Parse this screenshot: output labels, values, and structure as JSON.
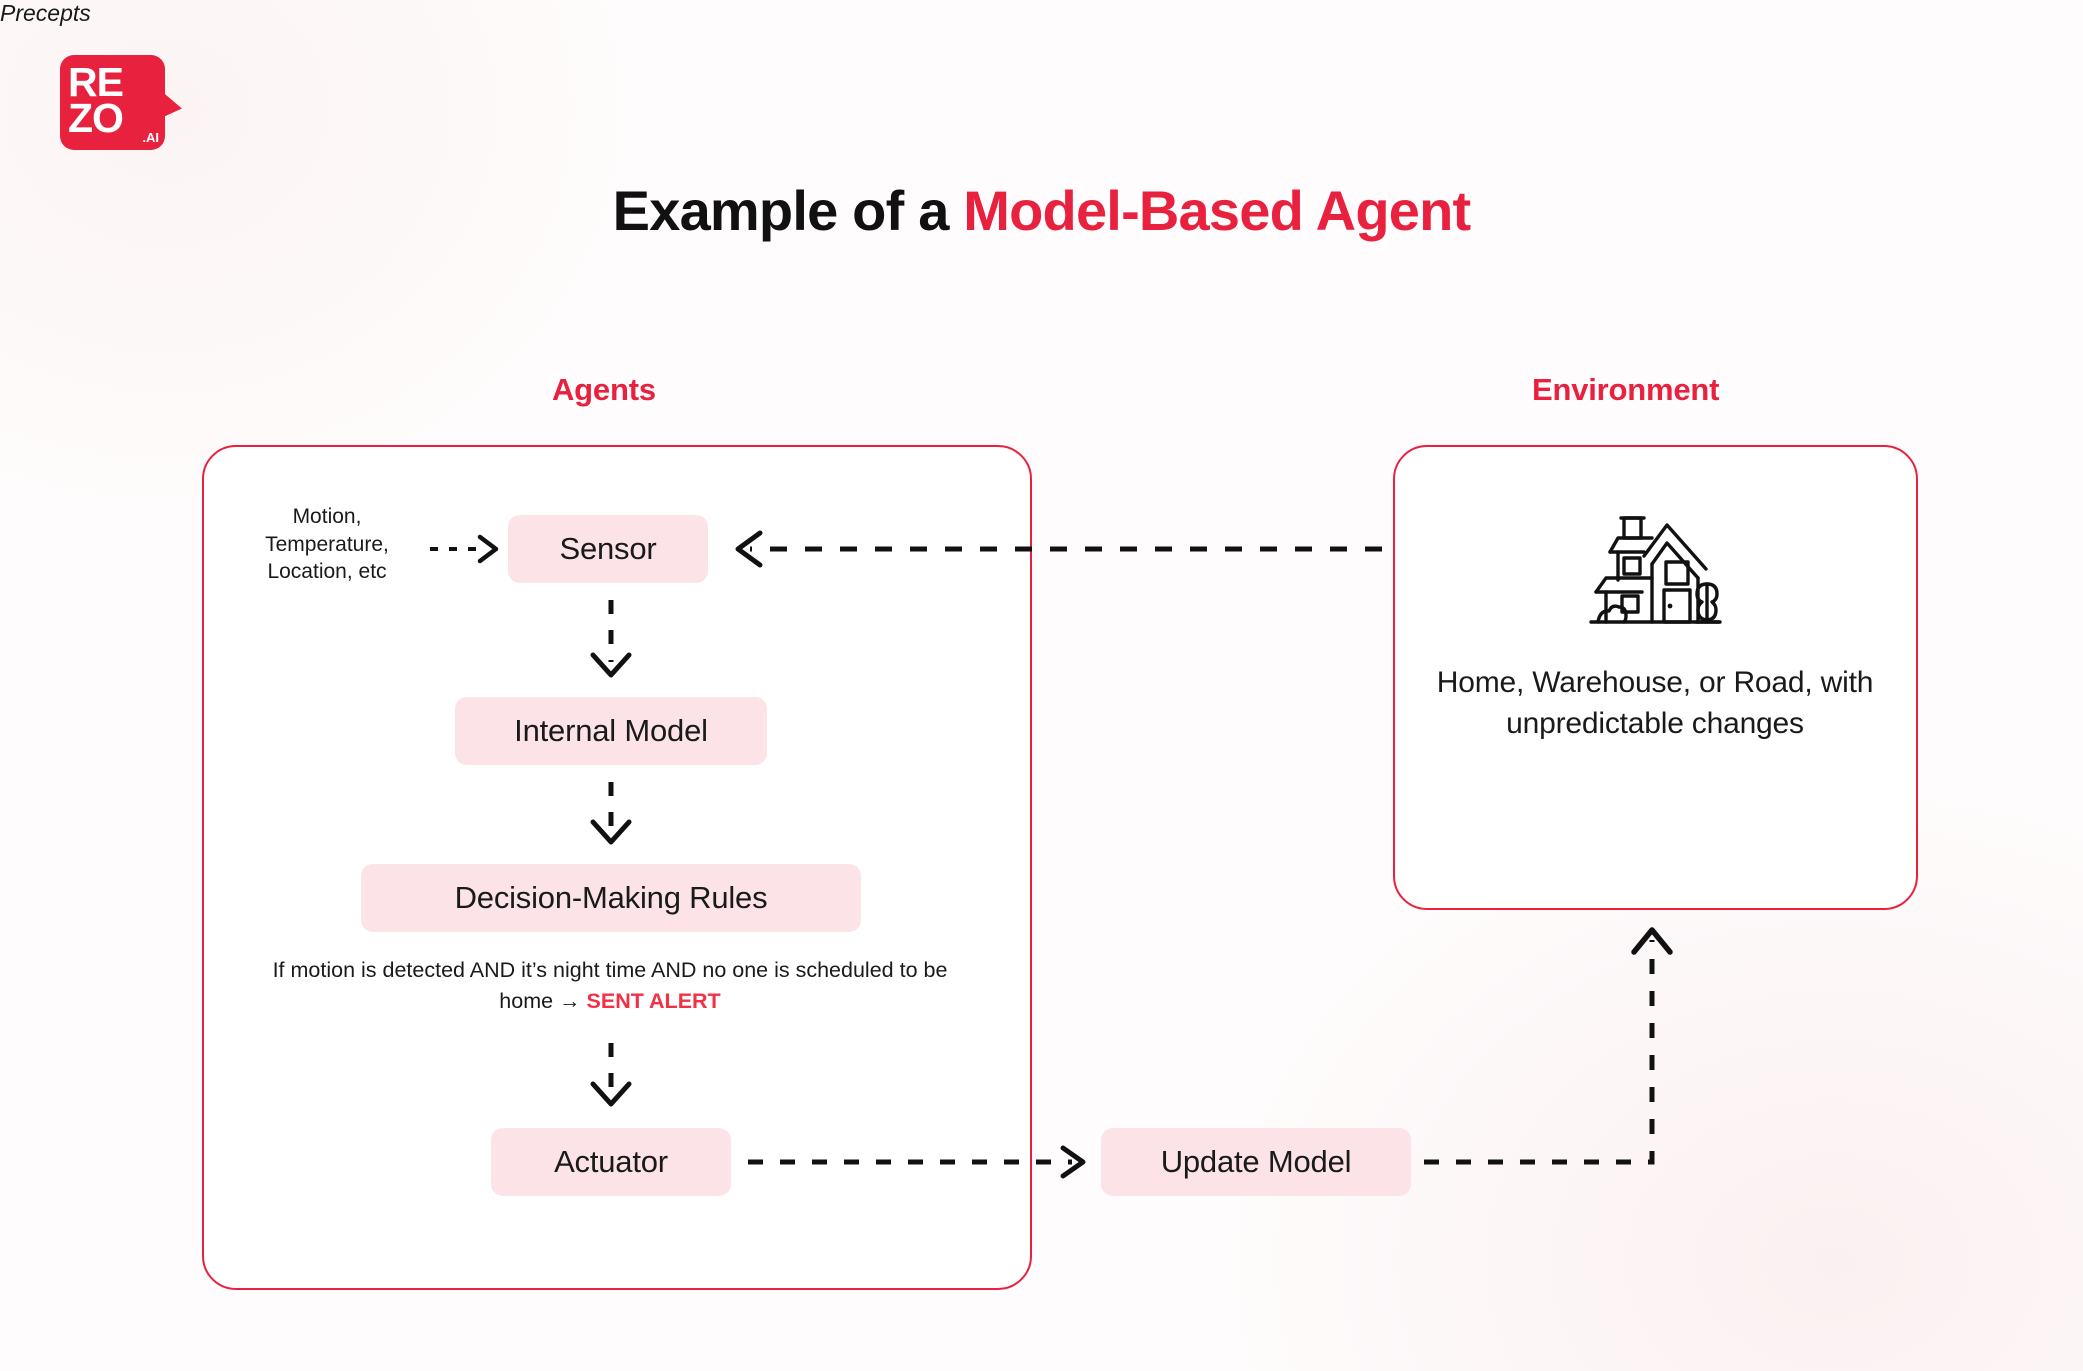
{
  "brand": {
    "logo_line1": "RE",
    "logo_line2": "ZO",
    "logo_suffix": ".AI",
    "accent_color": "#E8223E"
  },
  "title": {
    "plain": "Example of a ",
    "accent": "Model-Based Agent"
  },
  "sections": {
    "agents_heading": "Agents",
    "environment_heading": "Environment"
  },
  "agent_flow": {
    "inputs_label": "Motion, Temperature, Location, etc",
    "sensor": "Sensor",
    "internal_model": "Internal Model",
    "decision_rules": "Decision-Making Rules",
    "rule_text_plain": "If motion is detected AND it’s night time AND no one is scheduled  to be home → ",
    "rule_text_alert": "SENT ALERT",
    "actuator": "Actuator"
  },
  "environment": {
    "icon": "house-icon",
    "description": "Home, Warehouse, or Road, with unpredictable changes"
  },
  "connectors": {
    "precepts_label": "Precepts",
    "update_model": "Update Model"
  },
  "colors": {
    "accent": "#E8223E",
    "node_fill": "#FBE3E7",
    "alert": "#F23046",
    "background": "#FEFCFC",
    "line": "#111111"
  }
}
